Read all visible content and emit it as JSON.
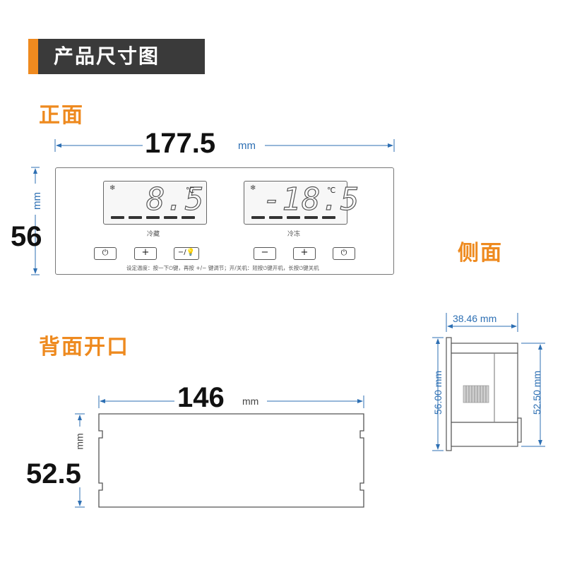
{
  "header": {
    "title": "产品尺寸图"
  },
  "sections": {
    "front": "正面",
    "side": "侧面",
    "back": "背面开口"
  },
  "front_dims": {
    "width": "177.5",
    "width_unit": "mm",
    "height": "56",
    "height_unit": "mm"
  },
  "panel": {
    "left_display": {
      "reading": "8.5",
      "unit": "℃",
      "label": "冷藏"
    },
    "right_display": {
      "reading": "-18.5",
      "unit": "℃",
      "label": "冷冻"
    },
    "buttons": {
      "power_left": "⏻",
      "plus_left": "+",
      "minus_light": "−/💡",
      "minus_right": "−",
      "plus_right": "+",
      "power_right": "⏻"
    },
    "instructions": "设定温度：按一下⏻键，再按 +/− 键调节；开/关机：短按⏻键开机，长按⏻键关机"
  },
  "side_dims": {
    "depth": "38.46 mm",
    "front_height": "56.00 mm",
    "body_height": "52.50 mm"
  },
  "back_dims": {
    "width": "146",
    "width_unit": "mm",
    "height": "52.5",
    "height_unit": "mm"
  },
  "colors": {
    "accent": "#ef8a1f",
    "dimension_line": "#2d6fb3",
    "header_bg": "#3a3a3a"
  }
}
